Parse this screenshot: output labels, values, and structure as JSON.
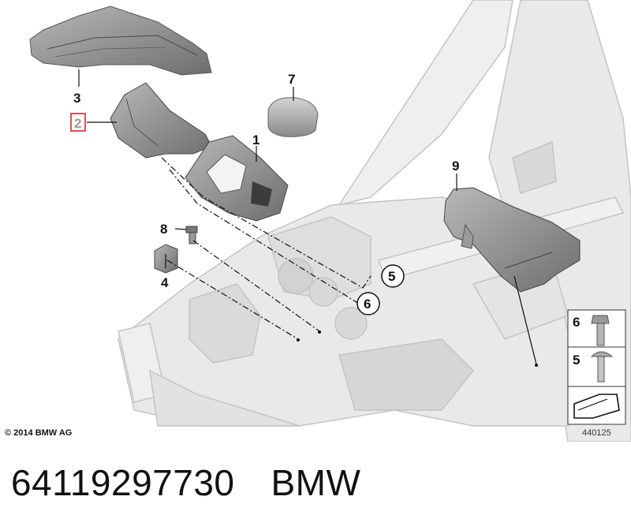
{
  "diagram": {
    "copyright": "© 2014 BMW AG",
    "drawing_number": "440125",
    "callouts": {
      "part_1": "1",
      "part_2": "2",
      "part_3": "3",
      "part_4": "4",
      "part_5": "5",
      "part_6": "6",
      "part_7": "7",
      "part_8": "8",
      "part_9": "9"
    },
    "highlighted_callout": "2",
    "legend": {
      "item_6": "6",
      "item_5": "5"
    },
    "colors": {
      "highlight_box": "#d9242b",
      "part_fill": "#8c8c8c",
      "body_fill": "#e6e6e6"
    }
  },
  "caption": {
    "part_number": "64119297730",
    "brand": "BMW"
  }
}
